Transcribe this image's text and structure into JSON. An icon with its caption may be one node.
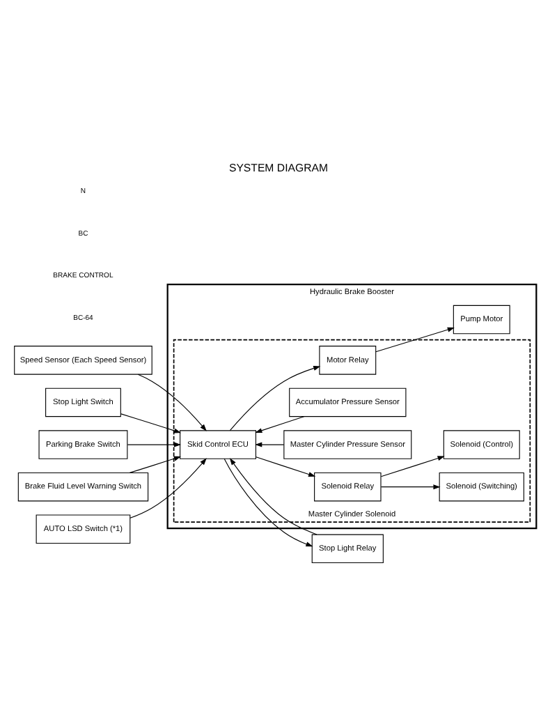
{
  "diagram": {
    "title": "SYSTEM DIAGRAM",
    "nodes": [
      {
        "text": [
          "Hydraulic Brake Booster"
        ]
      },
      {
        "text": [
          "Master Cylinder Solenoid"
        ],
        "in": 0
      },
      {
        "text": [
          "Speed Sensor (Each Speed Sensor)"
        ]
      },
      {
        "text": [
          "Skid Control ECU"
        ],
        "in": 1
      },
      {
        "text": [
          "Motor Relay"
        ],
        "in": 1
      },
      {
        "text": [
          "Pump Motor"
        ],
        "in": 0
      },
      {
        "text": [
          "Stop Light Switch"
        ]
      },
      {
        "text": [
          "Master Cylinder Pressure Sensor"
        ],
        "in": 1
      },
      {
        "text": [
          "Stop Light Relay"
        ]
      },
      {
        "text": [
          "Accumulator Pressure Sensor"
        ],
        "in": 1
      },
      {
        "text": [
          "Parking Brake Switch"
        ]
      },
      {
        "text": [
          "Solenoid Relay"
        ],
        "in": 1
      },
      {
        "text": [
          "Solenoid (Switching)"
        ],
        "in": 1
      },
      {
        "text": [
          "Brake Fluid Level Warning Switch"
        ]
      },
      {
        "text": [
          "Solenoid (Control)"
        ],
        "in": 1
      },
      {
        "text": [
          "AUTO LSD Switch (*1)"
        ]
      }
    ],
    "edges": [
      {
        "from": 2,
        "to": 3,
        "arrow": "to"
      },
      {
        "from": 3,
        "to": 4,
        "arrow": "to"
      },
      {
        "from": 4,
        "to": 5,
        "arrow": "to"
      },
      {
        "from": 6,
        "to": 3,
        "arrow": "to"
      },
      {
        "from": 7,
        "to": 3,
        "arrow": "to"
      },
      {
        "from": 8,
        "to": 3,
        "arrow": "to"
      },
      {
        "from": 3,
        "to": 8,
        "arrow": "to"
      },
      {
        "from": 9,
        "to": 3,
        "arrow": "to"
      },
      {
        "from": 10,
        "to": 3,
        "arrow": "to"
      },
      {
        "from": 3,
        "to": 11,
        "arrow": "to"
      },
      {
        "from": 11,
        "to": 12,
        "arrow": "to"
      },
      {
        "from": 11,
        "to": 14,
        "arrow": "to"
      },
      {
        "from": 13,
        "to": 3,
        "arrow": "to"
      },
      {
        "from": 15,
        "to": 3,
        "arrow": "to"
      }
    ],
    "labels": [
      "BC-64",
      "BRAKE CONTROL",
      "BC",
      "N"
    ]
  }
}
